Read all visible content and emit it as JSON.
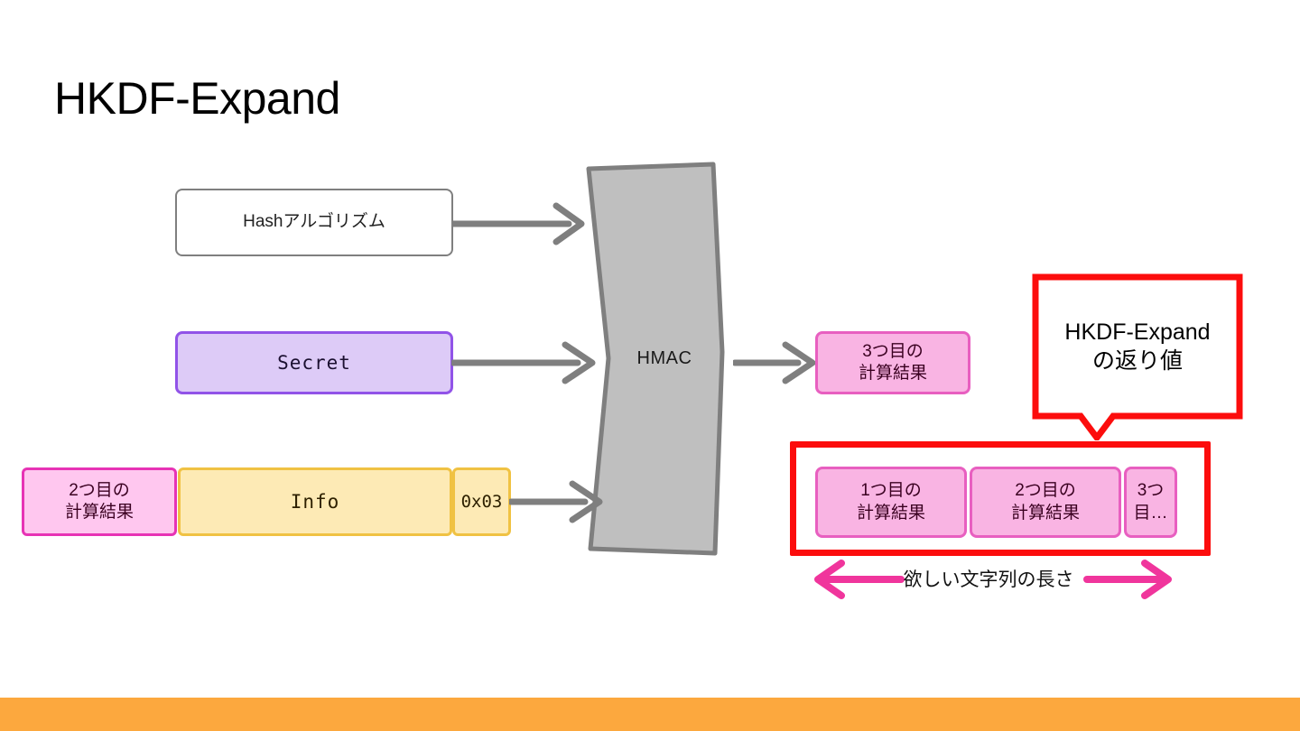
{
  "slide": {
    "title": "HKDF-Expand",
    "background": "#ffffff",
    "accent_orange": "#fca83e",
    "accent_red": "#fc0d0d",
    "accent_pink": "#e85fc0",
    "accent_magenta": "#e733b5",
    "accent_purple": "#9153e8",
    "accent_yellow": "#f0c243",
    "accent_gray": "#7f7f7f"
  },
  "inputs": {
    "hash": {
      "label": "Hashアルゴリズム"
    },
    "secret": {
      "label": "Secret"
    },
    "concat_row": [
      {
        "name": "prev-result",
        "line1": "2つ目の",
        "line2": "計算結果"
      },
      {
        "name": "info",
        "label": "Info"
      },
      {
        "name": "counter-byte",
        "label": "0x03"
      }
    ]
  },
  "process": {
    "hmac_label": "HMAC"
  },
  "output": {
    "current": {
      "line1": "3つ目の",
      "line2": "計算結果"
    }
  },
  "callout": {
    "line1": "HKDF-Expand",
    "line2": "の返り値"
  },
  "results": {
    "blocks": [
      {
        "line1": "1つ目の",
        "line2": "計算結果"
      },
      {
        "line1": "2つ目の",
        "line2": "計算結果"
      },
      {
        "line1": "3つ",
        "line2": "目…"
      }
    ]
  },
  "length_measure": {
    "label": "欲しい文字列の長さ"
  }
}
